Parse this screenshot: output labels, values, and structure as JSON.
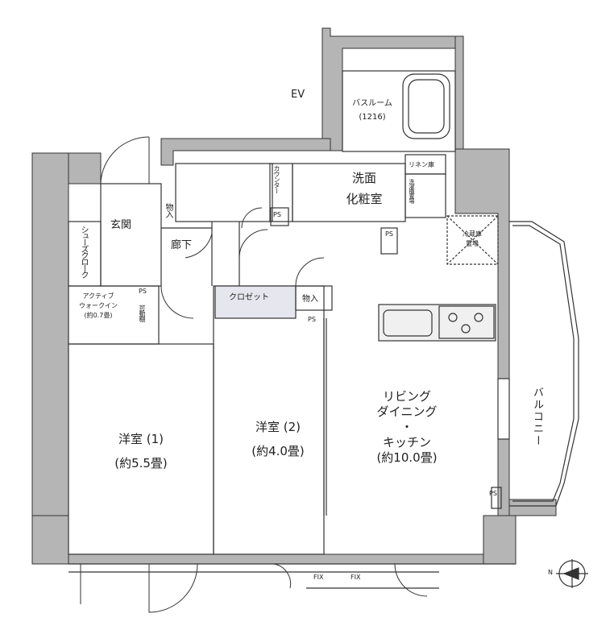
{
  "plan": {
    "ev": "EV",
    "bathroom": {
      "name": "バスルーム",
      "size": "(1216)"
    },
    "counter": "カウンター",
    "washroom": [
      "洗面",
      "化粧室"
    ],
    "linen": "リネン庫",
    "ps": "PS",
    "entrance": "玄関",
    "storage": "物入",
    "corridor": "廊下",
    "shoe_cloak": "シューズクローク",
    "closet": "クロゼット",
    "walkin": {
      "line1": "アクティブ",
      "line2": "ウォークイン",
      "size": "(約0.7畳)"
    },
    "movable_shelf": "可動棚",
    "fridge": {
      "line1": "冷蔵庫",
      "line2": "置場"
    },
    "laundry": "洗濯機置場",
    "balcony": "バルコニー",
    "room1": {
      "name": "洋室 (1)",
      "size": "(約5.5畳)"
    },
    "room2": {
      "name": "洋室 (2)",
      "size": "(約4.0畳)"
    },
    "ldk": {
      "line1": "リビング",
      "line2": "ダイニング",
      "line3": "・",
      "line4": "キッチン",
      "size": "(約10.0畳)"
    },
    "fix": "FIX",
    "north": "N"
  }
}
